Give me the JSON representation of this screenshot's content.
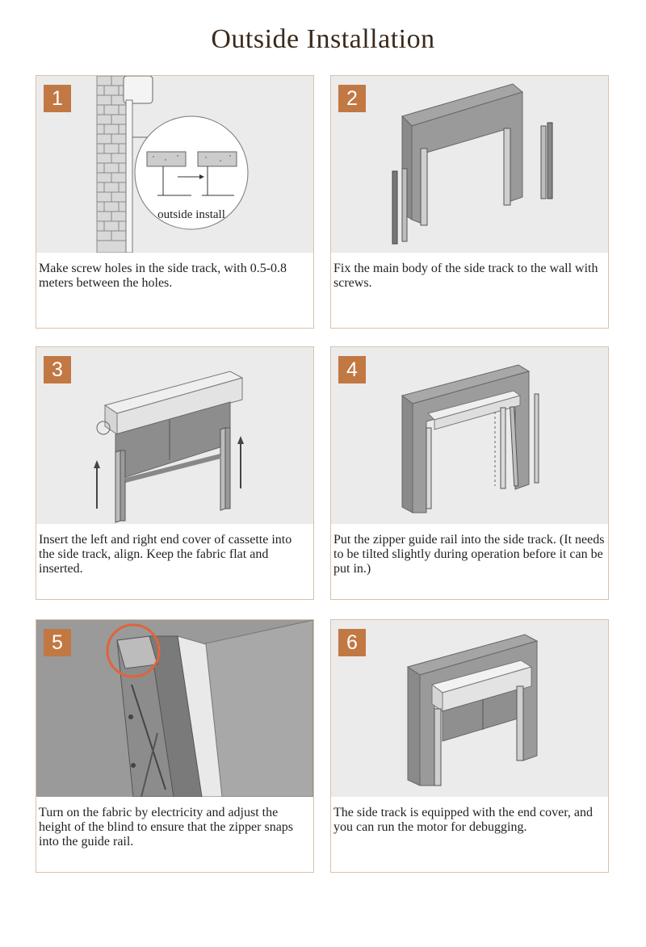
{
  "page": {
    "title": "Outside Installation"
  },
  "steps": [
    {
      "number": "1",
      "caption": "Make screw holes in the side track, with 0.5-0.8 meters between the holes.",
      "inset_label": "outside install"
    },
    {
      "number": "2",
      "caption": "Fix the main body of the side track to the wall with screws."
    },
    {
      "number": "3",
      "caption": "Insert the left and right end cover of cassette into the side track, align. Keep the fabric flat and inserted."
    },
    {
      "number": "4",
      "caption": "Put the zipper guide rail into the side track. (It needs to be tilted slightly during operation before it can be put in.)"
    },
    {
      "number": "5",
      "caption": "Turn on the fabric by electricity and adjust the height of the blind to ensure that the zipper snaps into the guide rail."
    },
    {
      "number": "6",
      "caption": "The side track is equipped with the end cover, and you can run the motor for debugging."
    }
  ],
  "colors": {
    "badge": "#c27843",
    "card_border": "#d9c2ad",
    "title": "#3b2a1c",
    "highlight_circle": "#e0643a"
  }
}
